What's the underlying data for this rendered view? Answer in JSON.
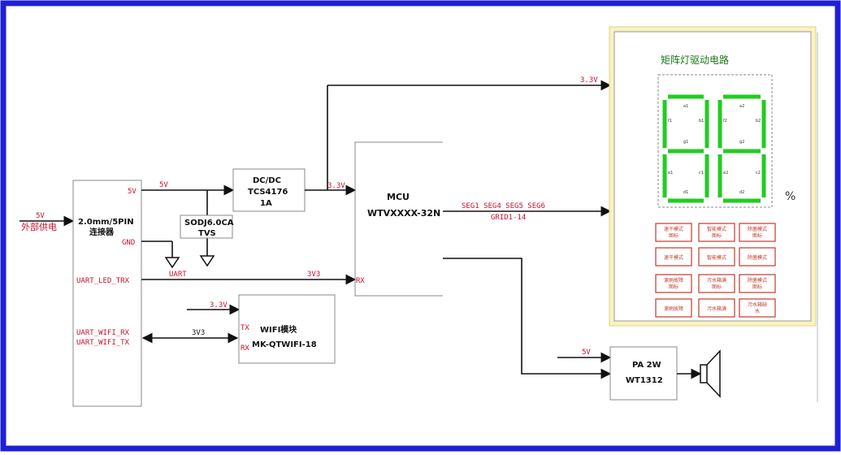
{
  "labels": {
    "ext_voltage": "5V",
    "ext_power": "外部供电",
    "connector_line1": "2.0mm/5PIN",
    "connector_line2": "连接器",
    "pin_5v": "5V",
    "pin_gnd": "GND",
    "pin_uart_led": "UART_LED_TRX",
    "pin_uart_wifi_rx": "UART_WIFI_RX",
    "pin_uart_wifi_tx": "UART_WIFI_TX",
    "net_5v": "5V",
    "dcdc_line1": "DC/DC",
    "dcdc_line2": "TCS4176",
    "dcdc_line3": "1A",
    "tvs_line1": "SODJ6.0CA",
    "tvs_line2": "TVS",
    "net_33v_a": "3.3V",
    "net_33v_top": "3.3V",
    "net_uart": "UART",
    "net_3v3_a": "3V3",
    "mcu_rx": "RX",
    "mcu_line1": "MCU",
    "mcu_line2": "WTVXXXX-32N",
    "seg_line1": "SEG1 SEG4 SEG5 SEG6",
    "seg_line2": "GRID1-14",
    "wifi_in": "3.3V",
    "wifi_3v3": "3V3",
    "wifi_tx": "TX",
    "wifi_rx": "RX",
    "wifi_line1": "WIFI模块",
    "wifi_line2": "MK-QTWIFI-18",
    "pa_5v": "5V",
    "pa_line1": "PA 2W",
    "pa_line2": "WT1312",
    "matrix_title": "矩阵灯驱动电路",
    "percent": "%"
  },
  "digit_labels": {
    "d1": [
      "a1",
      "f1",
      "b1",
      "g1",
      "e1",
      "c1",
      "d1"
    ],
    "d2": [
      "a2",
      "f2",
      "b2",
      "g2",
      "e2",
      "c2",
      "d2"
    ]
  },
  "icon_grid": [
    [
      "速干模式图标",
      "智能模式图标",
      "除菌模式图标"
    ],
    [
      "速干模式",
      "智能模式",
      "除菌模式"
    ],
    [
      "滚刷故障图标",
      "污水箱满图标",
      "除菌模式图标"
    ],
    [
      "滚刷故障",
      "污水箱满",
      "污水箱缺水"
    ]
  ],
  "colors": {
    "frame": "#1f1fd6",
    "panel_border": "#f0e68c",
    "segment": "#22cc22",
    "text_red": "#c8102e"
  }
}
